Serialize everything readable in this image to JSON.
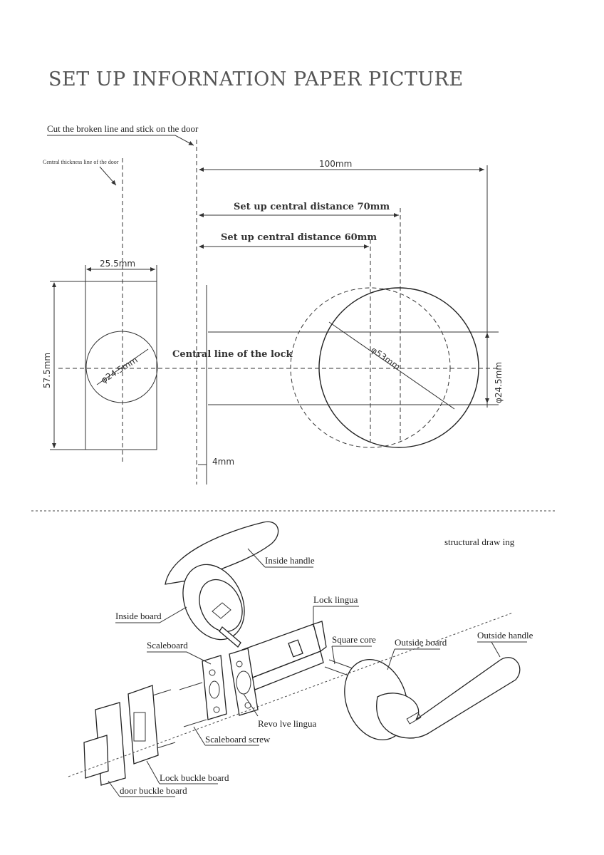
{
  "title": "SET UP INFORNATION PAPER PICTURE",
  "template": {
    "cut_instruction": "Cut the broken line and stick on the door",
    "thickness_line": "Central thickness line of the door",
    "dim_100": "100mm",
    "dim_70": "Set up central distance 70mm",
    "dim_60": "Set up central distance 60mm",
    "dim_25_5": "25.5mm",
    "dim_57_5": "57.5mm",
    "dia_24_5_left": "φ24.5mm",
    "center_line": "Central line of the lock",
    "dia_53": "φ53mm",
    "dia_24_5_right": "φ24.5mm",
    "dim_4": "4mm"
  },
  "structural": {
    "heading": "structural draw ing",
    "inside_handle": "Inside handle",
    "inside_board": "Inside board",
    "lock_lingua": "Lock lingua",
    "square_core": "Square core",
    "outside_board": "Outside board",
    "outside_handle": "Outside handle",
    "scaleboard": "Scaleboard",
    "revolve_lingua": "Revo lve lingua",
    "scaleboard_screw": "Scaleboard screw",
    "lock_buckle_board": "Lock buckle board",
    "door_buckle_board": "door buckle board"
  }
}
